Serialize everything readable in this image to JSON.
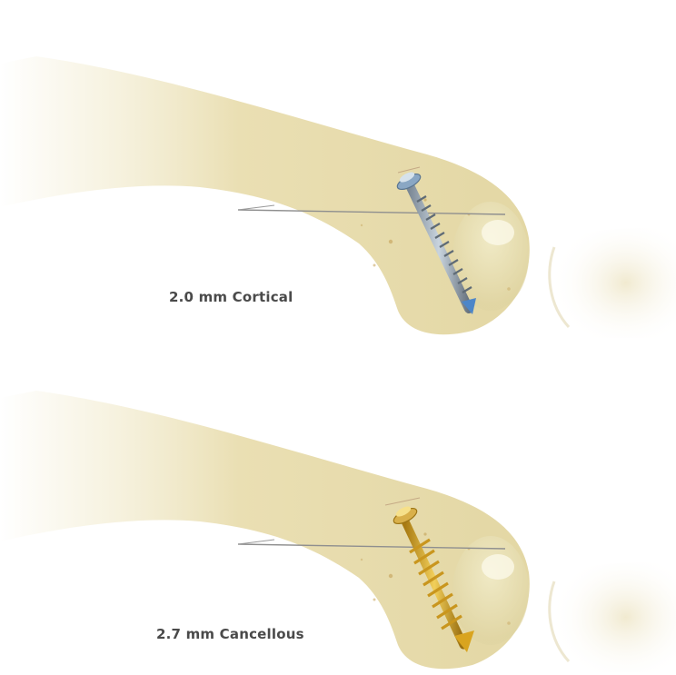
{
  "illustrations": [
    {
      "caption": "2.0 mm Cortical",
      "screw_finish": "blue-steel",
      "colors": {
        "screw_light": "#c9d4de",
        "screw_dark": "#7a8794",
        "screw_tip": "#4d86c8"
      }
    },
    {
      "caption": "2.7 mm Cancellous",
      "screw_finish": "gold",
      "colors": {
        "screw_light": "#f2cf5a",
        "screw_dark": "#a87a12",
        "screw_tip": "#d9a41f"
      }
    }
  ],
  "colors": {
    "background": "#ffffff",
    "bone_light": "#f3edcf",
    "bone_mid": "#e6dcae",
    "bone_dark": "#cdbf8a",
    "caption_text": "#4a4a4a"
  }
}
